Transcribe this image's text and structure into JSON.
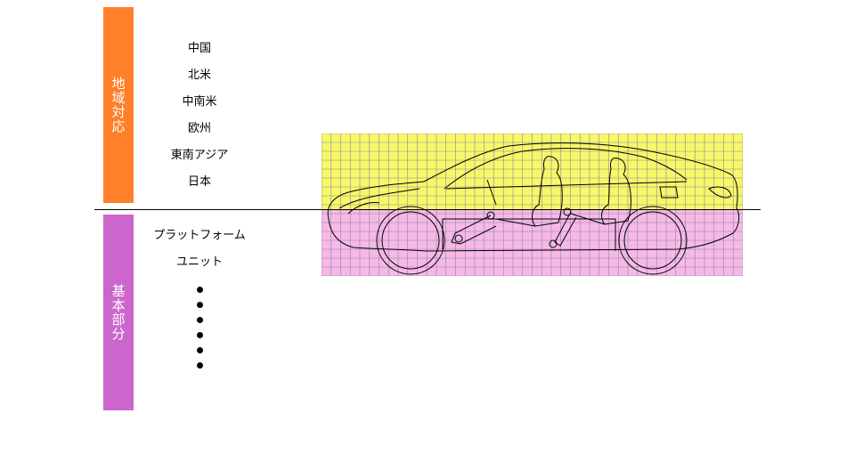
{
  "regional": {
    "label": "地域対応",
    "color": "#FF7F2A",
    "items": [
      "中国",
      "北米",
      "中南米",
      "欧州",
      "東南アジア",
      "日本"
    ]
  },
  "base": {
    "label": "基本部分",
    "color": "#CC66CC",
    "items": [
      "プラットフォーム",
      "ユニット"
    ]
  },
  "zones": {
    "upper_color": "#F7F76A",
    "lower_color": "#F7B8E8",
    "grid_color": "#8A8A9A"
  },
  "icons": [
    "car-cross-section-icon",
    "ellipsis-dots-icon"
  ]
}
